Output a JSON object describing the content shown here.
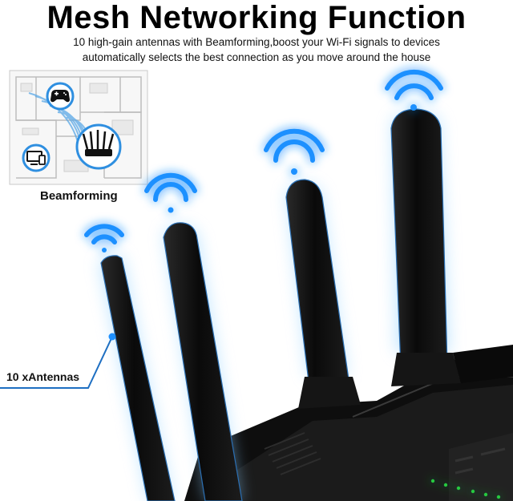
{
  "title": "Mesh Networking Function",
  "subtitle_line1": "10 high-gain antennas with Beamforming,boost your Wi-Fi signals to devices",
  "subtitle_line2": "automatically selects the best connection as you move around the house",
  "beamforming_label": "Beamforming",
  "antennas_label": "10 xAntennas",
  "colors": {
    "wifi_blue": "#1e90ff",
    "glow_blue": "#7ec8ff",
    "antenna_black": "#0d0d0d",
    "led_green": "#27c93f"
  },
  "icons": [
    "gamepad-icon",
    "router-icon",
    "devices-icon",
    "wifi-icon"
  ]
}
